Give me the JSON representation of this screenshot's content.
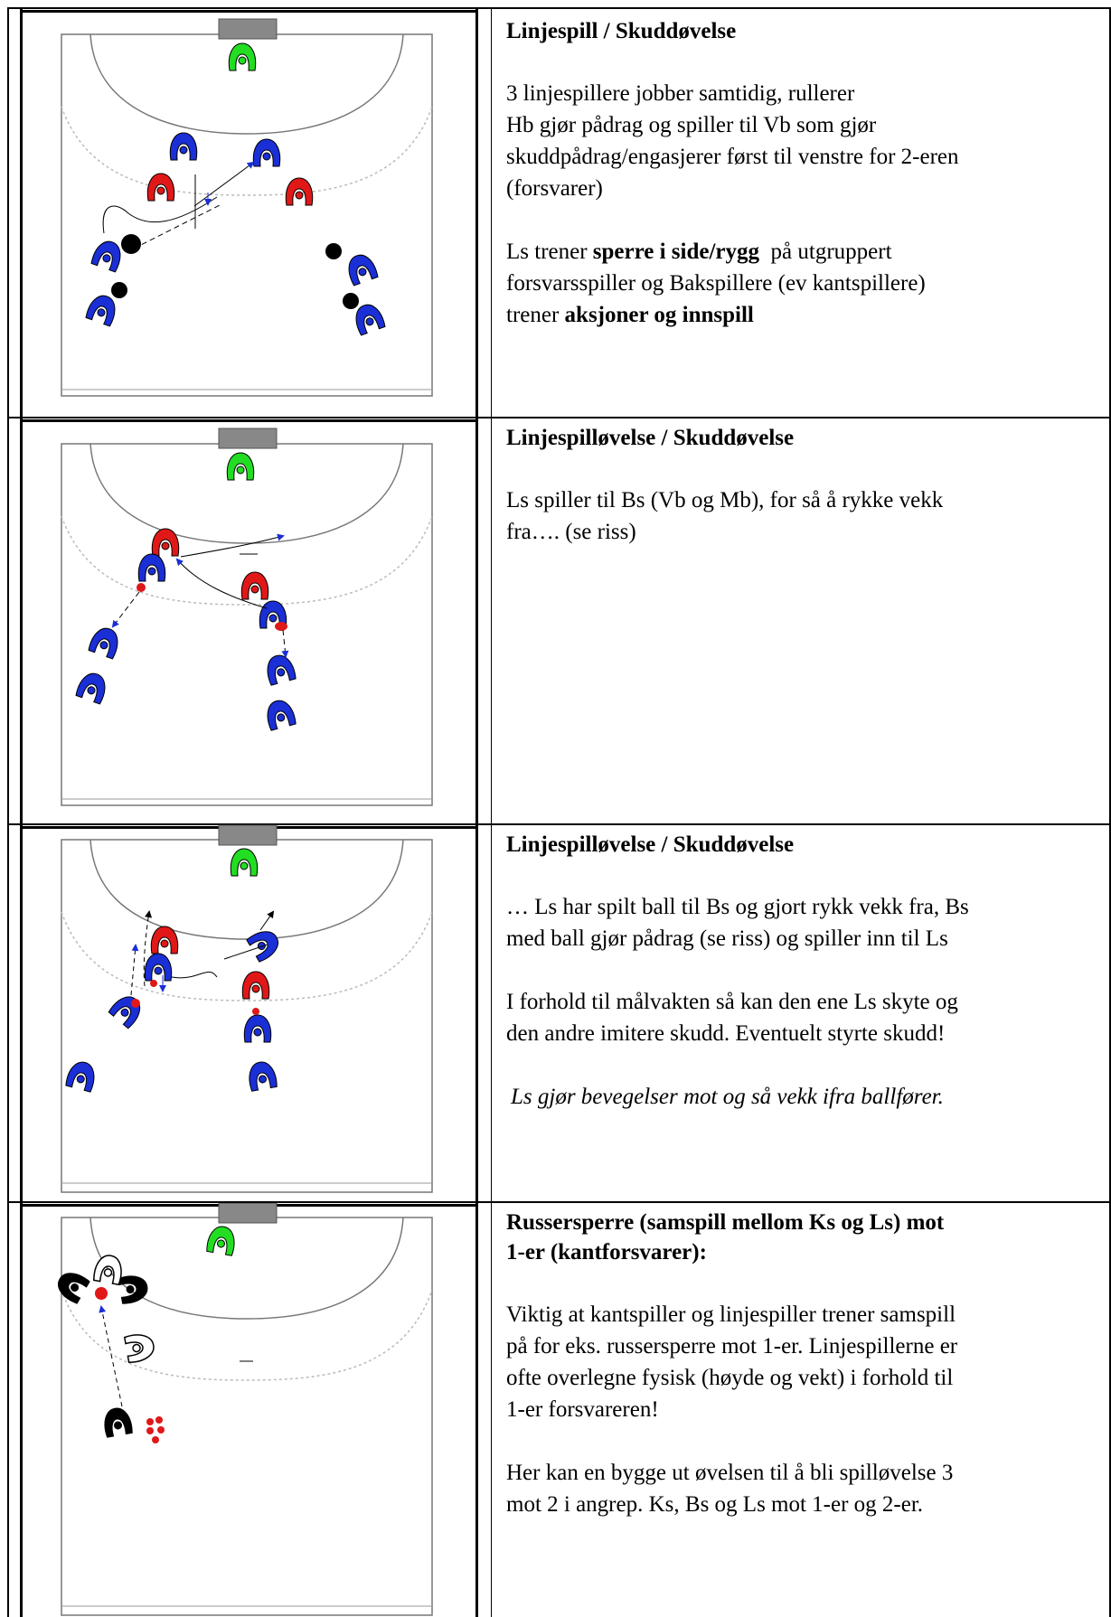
{
  "sections": [
    {
      "title": "Linjespill / Skuddøvelse",
      "p1_lines": [
        "3 linjespillere jobber samtidig, rullerer",
        "Hb gjør pådrag og spiller til Vb som gjør",
        "skuddpådrag/engasjerer først til venstre for 2-eren",
        "(forsvarer)"
      ],
      "p2_line1_pre": "Ls trener ",
      "p2_line1_bold": "sperre i side/rygg",
      "p2_line1_post": "  på utgruppert",
      "p2_line2": "forsvarsspiller og Bakspillere (ev kantspillere)",
      "p2_line3_pre": "trener ",
      "p2_line3_bold": "aksjoner og innspill"
    },
    {
      "title": "Linjespilløvelse / Skuddøvelse",
      "p1_lines": [
        "Ls spiller til Bs (Vb og Mb), for så å rykke vekk",
        "fra…. (se riss)"
      ]
    },
    {
      "title": "Linjespilløvelse / Skuddøvelse",
      "p1_lines": [
        "… Ls har spilt ball til Bs og gjort rykk vekk fra, Bs",
        "med ball gjør pådrag (se riss) og spiller inn til Ls"
      ],
      "p2_lines": [
        "I forhold til målvakten så kan den ene Ls skyte og",
        "den andre imitere skudd. Eventuelt styrte skudd!"
      ],
      "italic": "Ls gjør bevegelser mot og så vekk ifra ballfører."
    },
    {
      "title_lines": [
        "Russersperre (samspill mellom Ks og Ls) mot",
        "1-er (kantforsvarer):"
      ],
      "p1_lines": [
        "Viktig at kantspiller og linjespiller trener samspill",
        "på for eks. russersperre mot 1-er. Linjespillerne er",
        "ofte overlegne fysisk (høyde og vekt) i forhold til",
        "1-er forsvareren!"
      ],
      "p2_lines": [
        "Her kan en bygge ut øvelsen til å bli spilløvelse 3",
        "mot 2 i angrep. Ks, Bs og Ls mot 1-er og 2-er."
      ]
    }
  ],
  "colors": {
    "attacker": "#1a2fd6",
    "defender": "#e01818",
    "goalkeeper": "#22dd22",
    "ball": "#000000",
    "ball_marker": "#e01818"
  },
  "icons": {
    "player": "player-icon",
    "ball": "ball-icon",
    "goal": "goal-icon"
  }
}
